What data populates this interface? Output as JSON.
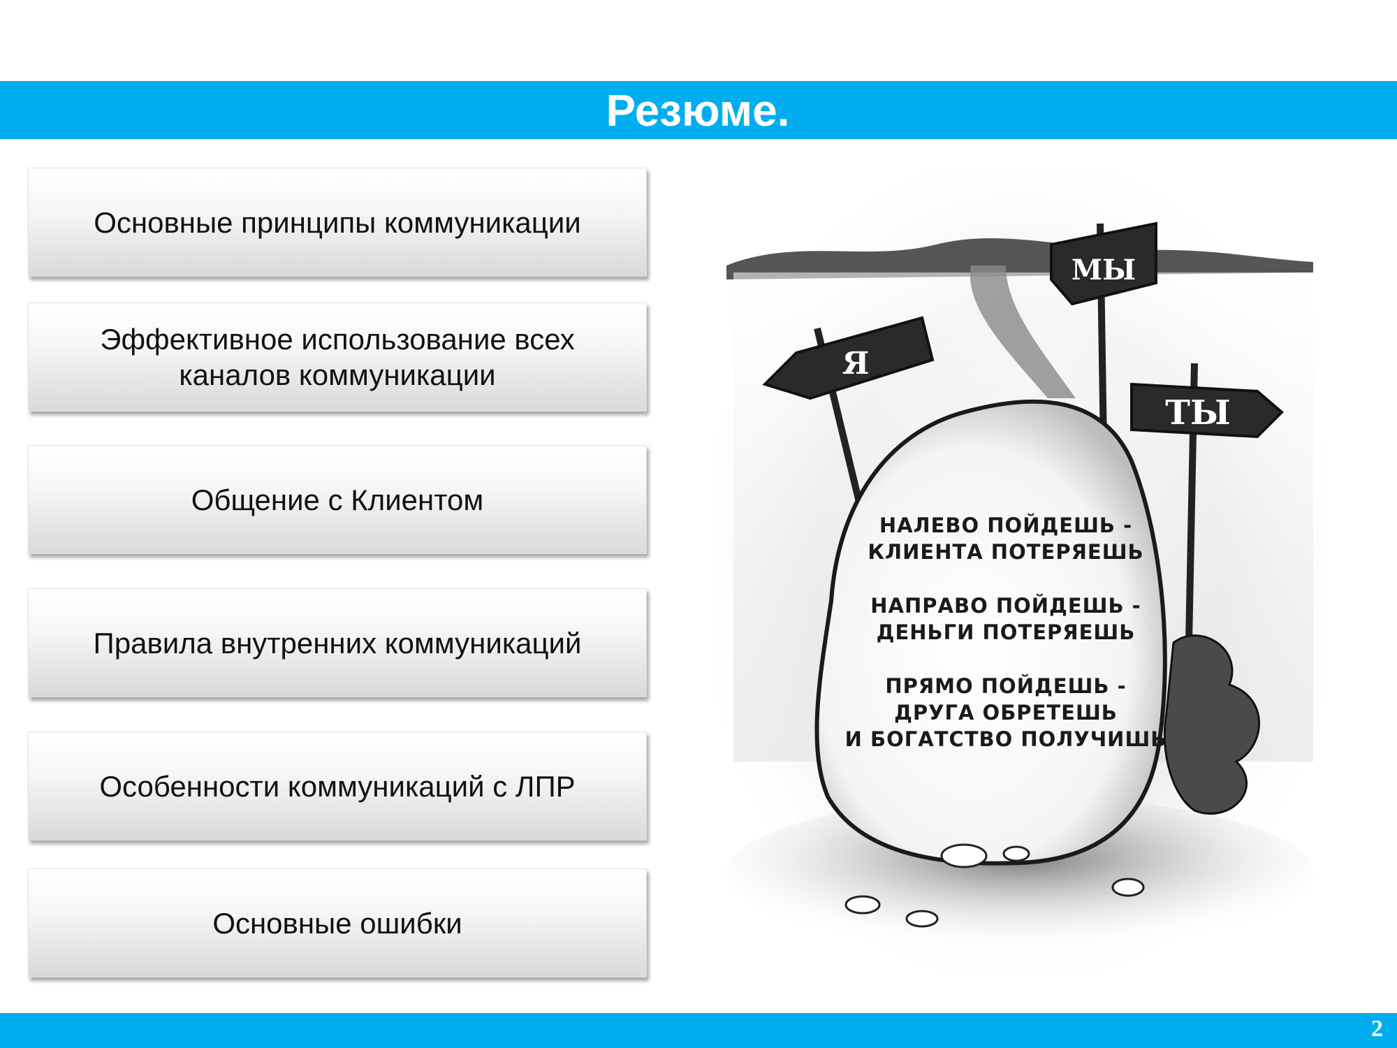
{
  "title": "Резюме.",
  "items": [
    {
      "label": "Основные принципы коммуникации"
    },
    {
      "label": "Эффективное использование всех каналов коммуникации"
    },
    {
      "label": "Общение с Клиентом"
    },
    {
      "label": "Правила внутренних коммуникаций"
    },
    {
      "label": "Особенности коммуникаций с ЛПР"
    },
    {
      "label": "Основные ошибки"
    }
  ],
  "illustration": {
    "signs": {
      "left": "Я",
      "top": "МЫ",
      "right": "ТЫ"
    },
    "stone_lines": [
      "НАЛЕВО ПОЙДЕШЬ -",
      "КЛИЕНТА ПОТЕРЯЕШЬ",
      "НАПРАВО ПОЙДЕШЬ -",
      "ДЕНЬГИ ПОТЕРЯЕШЬ",
      "ПРЯМО ПОЙДЕШЬ -",
      "ДРУГА ОБРЕТЕШЬ",
      "И БОГАТСТВО ПОЛУЧИШЬ"
    ]
  },
  "page_number": "2",
  "colors": {
    "accent": "#00aeef",
    "card_text": "#111111"
  }
}
